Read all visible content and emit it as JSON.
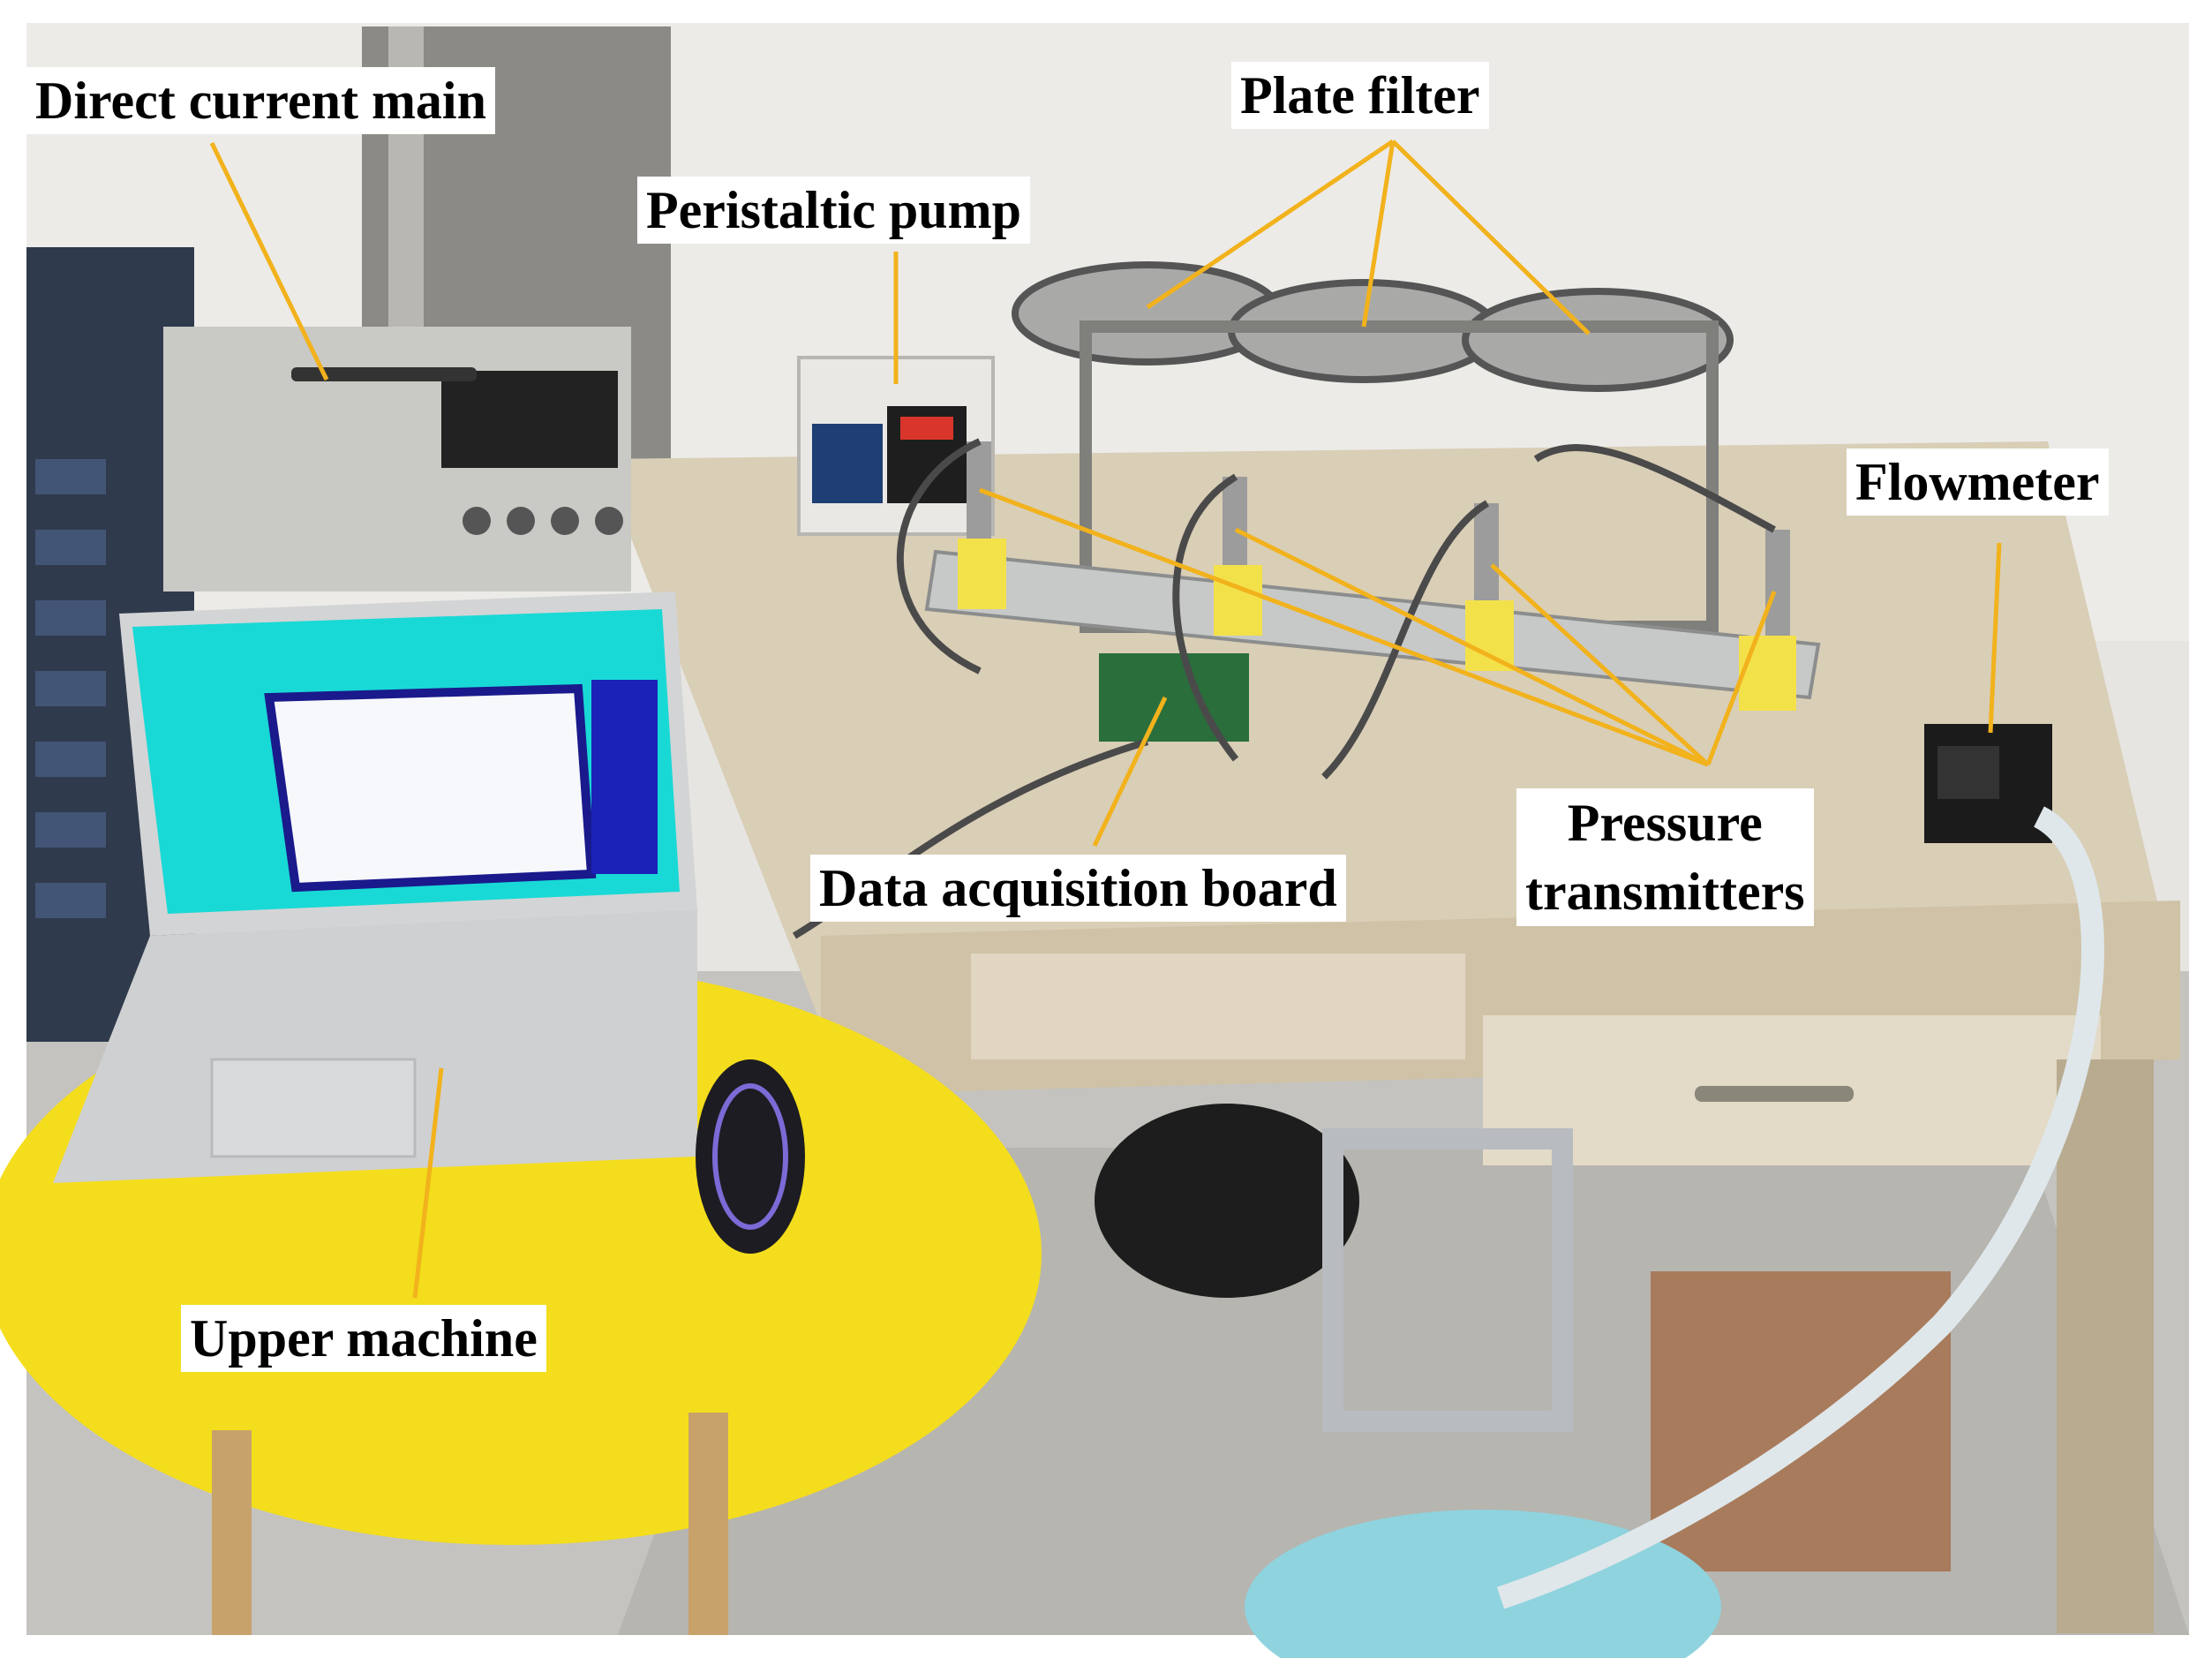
{
  "figure": {
    "labels": {
      "dc_main": "Direct current main",
      "plate_filter": "Plate filter",
      "peristaltic_pump": "Peristaltic pump",
      "flowmeter": "Flowmeter",
      "data_board": "Data acquisition board",
      "pressure_line1": "Pressure",
      "pressure_line2": "transmitters",
      "upper_machine": "Upper machine"
    },
    "colors": {
      "leader_line": "#f2b21c",
      "label_background": "#ffffff",
      "label_text": "#000000",
      "table_yellow": "#f5dd1a",
      "desk_wood": "#d8ccb4",
      "wall": "#eeeeec",
      "floor": "#bfbfbb",
      "laptop_screen": "#19d9d6"
    }
  }
}
